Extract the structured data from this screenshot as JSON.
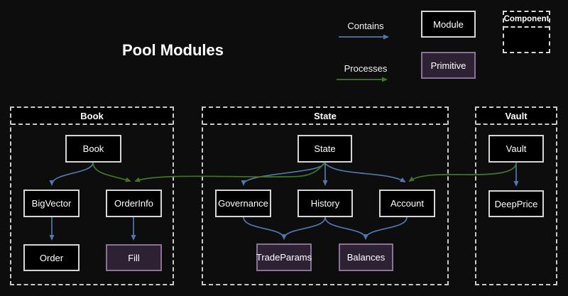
{
  "title": "Pool Modules",
  "legend": {
    "contains_label": "Contains",
    "processes_label": "Processes",
    "module_label": "Module",
    "primitive_label": "Primitive",
    "component_label": "Component"
  },
  "containers": [
    {
      "title": "Book",
      "nodes": [
        {
          "label": "Book",
          "type": "module"
        },
        {
          "label": "BigVector",
          "type": "module"
        },
        {
          "label": "OrderInfo",
          "type": "module"
        },
        {
          "label": "Order",
          "type": "module"
        },
        {
          "label": "Fill",
          "type": "primitive"
        }
      ]
    },
    {
      "title": "State",
      "nodes": [
        {
          "label": "State",
          "type": "module"
        },
        {
          "label": "Governance",
          "type": "module"
        },
        {
          "label": "History",
          "type": "module"
        },
        {
          "label": "Account",
          "type": "module"
        },
        {
          "label": "TradeParams",
          "type": "primitive"
        },
        {
          "label": "Balances",
          "type": "primitive"
        }
      ]
    },
    {
      "title": "Vault",
      "nodes": [
        {
          "label": "Vault",
          "type": "module"
        },
        {
          "label": "DeepPrice",
          "type": "module"
        }
      ]
    }
  ],
  "edges": [
    {
      "from": "Book",
      "to": "BigVector",
      "type": "contains"
    },
    {
      "from": "BigVector",
      "to": "Order",
      "type": "contains"
    },
    {
      "from": "OrderInfo",
      "to": "Fill",
      "type": "contains"
    },
    {
      "from": "State",
      "to": "Governance",
      "type": "contains"
    },
    {
      "from": "State",
      "to": "History",
      "type": "contains"
    },
    {
      "from": "State",
      "to": "Account",
      "type": "contains"
    },
    {
      "from": "Governance",
      "to": "TradeParams",
      "type": "contains"
    },
    {
      "from": "History",
      "to": "TradeParams",
      "type": "contains"
    },
    {
      "from": "History",
      "to": "Balances",
      "type": "contains"
    },
    {
      "from": "Account",
      "to": "Balances",
      "type": "contains"
    },
    {
      "from": "Vault",
      "to": "DeepPrice",
      "type": "contains"
    },
    {
      "from": "Book",
      "to": "OrderInfo",
      "type": "processes"
    },
    {
      "from": "State",
      "to": "OrderInfo",
      "type": "processes"
    },
    {
      "from": "Vault",
      "to": "Account",
      "type": "processes"
    }
  ],
  "colors": {
    "background": "#0d0d0d",
    "module_fill": "#000000",
    "module_border": "#d6d6d6",
    "primitive_fill": "#2d2233",
    "primitive_border": "#8b7198",
    "contains_arrow": "#5078ae",
    "processes_arrow": "#41752c",
    "container_border": "#c9c9c9",
    "text": "#ffffff"
  }
}
